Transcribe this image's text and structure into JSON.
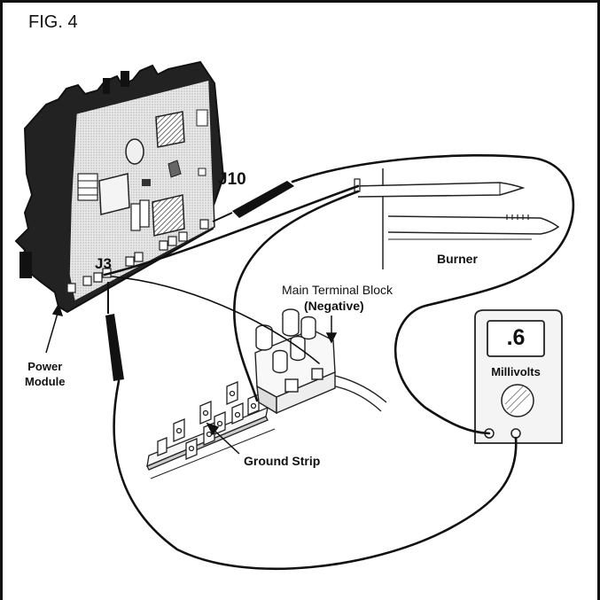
{
  "figure": {
    "title": "FIG. 4",
    "labels": {
      "j10": "J10",
      "j3": "J3",
      "burner": "Burner",
      "main_terminal_block": "Main Terminal Block",
      "negative": "(Negative)",
      "power_module_line1": "Power",
      "power_module_line2": "Module",
      "ground_strip": "Ground Strip"
    },
    "meter": {
      "reading": ".6",
      "unit": "Millivolts"
    }
  },
  "colors": {
    "ink": "#111111",
    "board_fill": "#e6e6e6",
    "module_body": "#222222",
    "meter_fill": "#f4f4f4",
    "background": "#ffffff"
  }
}
